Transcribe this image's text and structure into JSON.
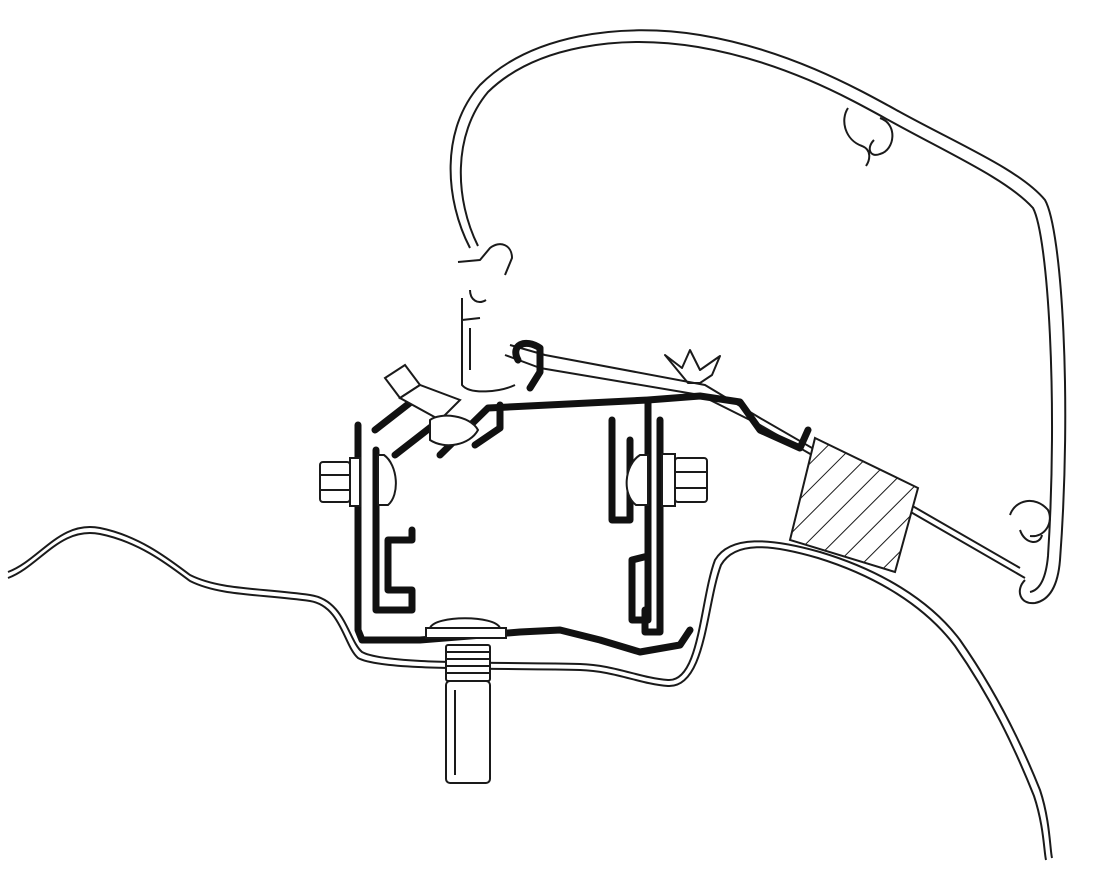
{
  "figure": {
    "labels": [],
    "colors": {
      "background": "#ffffff",
      "line": "#1a1a1a",
      "bracket_fill": "#111111",
      "hatch": "#1a1a1a"
    },
    "parts": [
      "awning-cassette-profile",
      "adapter-bracket",
      "vehicle-roof-panel",
      "mounting-bolt",
      "hex-nut-left",
      "hex-nut-right",
      "rubber-spacer-block",
      "threaded-stud"
    ]
  }
}
